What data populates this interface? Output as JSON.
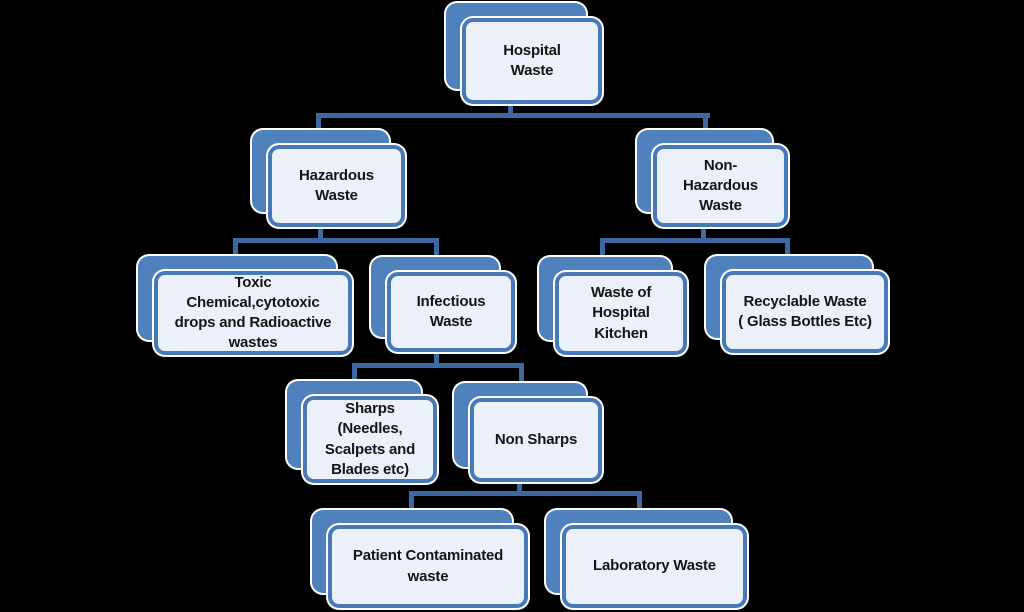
{
  "diagram": {
    "title": "Hospital Waste classification chart",
    "type": "hierarchy-tree",
    "colors": {
      "background": "#000000",
      "node_shadow": "#4f81bd",
      "node_border": "#4779b8",
      "node_fill": "#ebf0f9",
      "node_halo": "#ffffff",
      "connector": "#3c69a2",
      "text": "#151515"
    },
    "nodes": [
      {
        "id": "hospital-waste",
        "label": "Hospital\nWaste",
        "parent": null
      },
      {
        "id": "hazardous-waste",
        "label": "Hazardous\nWaste",
        "parent": "hospital-waste"
      },
      {
        "id": "non-hazardous-waste",
        "label": "Non-\nHazardous\nWaste",
        "parent": "hospital-waste"
      },
      {
        "id": "toxic-chemical",
        "label": "Toxic\nChemical,cytotoxic\ndrops and Radioactive\nwastes",
        "parent": "hazardous-waste"
      },
      {
        "id": "infectious-waste",
        "label": "Infectious\nWaste",
        "parent": "hazardous-waste"
      },
      {
        "id": "hospital-kitchen",
        "label": "Waste of\nHospital\nKitchen",
        "parent": "non-hazardous-waste"
      },
      {
        "id": "recyclable-waste",
        "label": "Recyclable Waste\n( Glass Bottles Etc)",
        "parent": "non-hazardous-waste"
      },
      {
        "id": "sharps",
        "label": "Sharps\n(Needles,\nScalpets and\nBlades etc)",
        "parent": "infectious-waste"
      },
      {
        "id": "non-sharps",
        "label": "Non Sharps",
        "parent": "infectious-waste"
      },
      {
        "id": "patient-contaminated",
        "label": "Patient Contaminated\nwaste",
        "parent": "non-sharps"
      },
      {
        "id": "laboratory-waste",
        "label": "Laboratory Waste",
        "parent": "non-sharps"
      }
    ]
  }
}
